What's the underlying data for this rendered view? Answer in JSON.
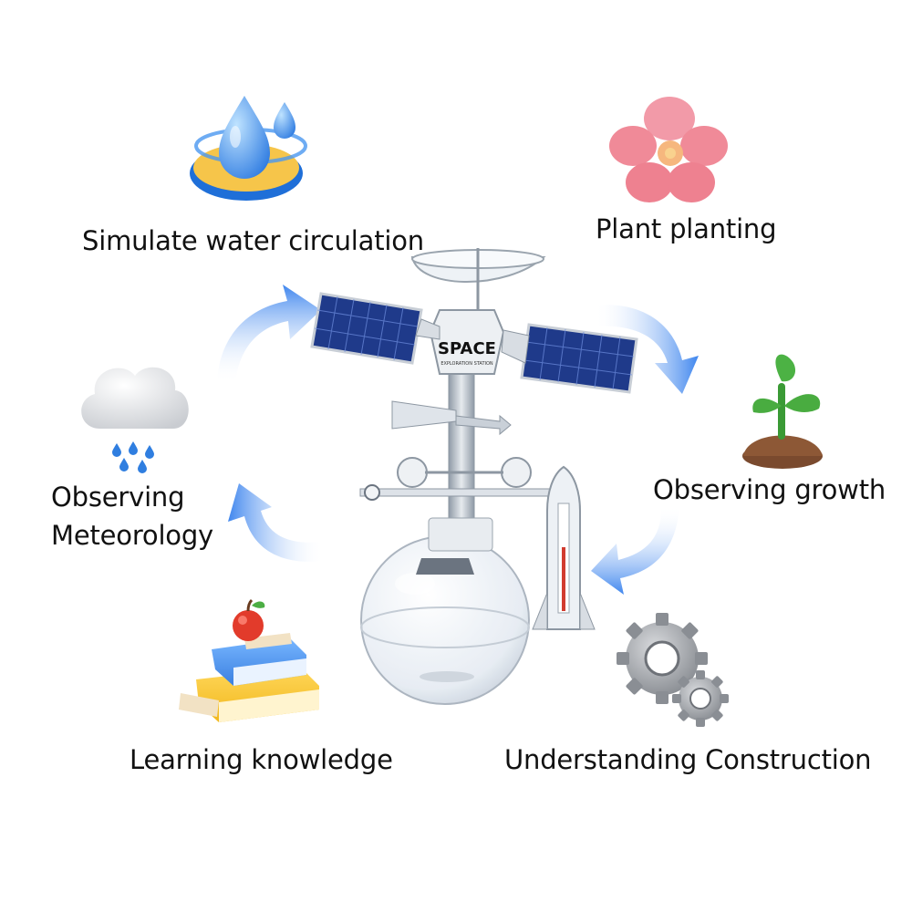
{
  "labels": {
    "water": "Simulate water circulation",
    "plant": "Plant planting",
    "meteorology_line1": "Observing",
    "meteorology_line2": "Meteorology",
    "growth": "Observing growth",
    "learning": "Learning knowledge",
    "construction": "Understanding Construction"
  },
  "station": {
    "logo_text": "SPACE",
    "logo_subtext": "EXPLORATION STATION"
  },
  "icons": {
    "water": "water-drop-icon",
    "plant": "flower-icon",
    "growth": "sprout-icon",
    "meteorology": "rain-cloud-icon",
    "learning": "books-apple-icon",
    "construction": "gears-icon",
    "product": "space-station-kit"
  },
  "colors": {
    "arrow": "#3f86ee",
    "text": "#111111",
    "solar_panel": "#1f3a8a",
    "flower": "#f08a98",
    "leaf": "#3aa23a"
  }
}
